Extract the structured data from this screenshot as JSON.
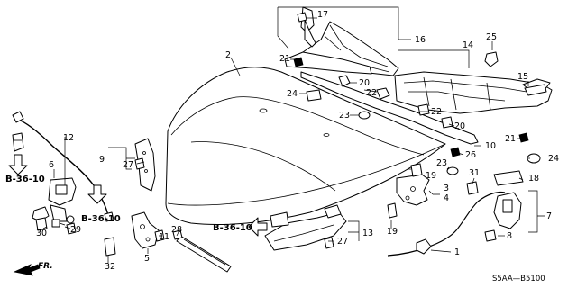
{
  "diagram": {
    "code": "S5AA—B5100",
    "front_label": "FR.",
    "ref_labels": [
      "B-36-10",
      "B-36-10",
      "B-36-10"
    ],
    "callouts": [
      {
        "id": "c1",
        "label": "1"
      },
      {
        "id": "c2",
        "label": "2"
      },
      {
        "id": "c3",
        "label": "3"
      },
      {
        "id": "c4",
        "label": "4"
      },
      {
        "id": "c5",
        "label": "5"
      },
      {
        "id": "c6",
        "label": "6"
      },
      {
        "id": "c7",
        "label": "7"
      },
      {
        "id": "c8",
        "label": "8"
      },
      {
        "id": "c9",
        "label": "9"
      },
      {
        "id": "c10",
        "label": "10"
      },
      {
        "id": "c11",
        "label": "11"
      },
      {
        "id": "c12",
        "label": "12"
      },
      {
        "id": "c13",
        "label": "13"
      },
      {
        "id": "c14",
        "label": "14"
      },
      {
        "id": "c15",
        "label": "15"
      },
      {
        "id": "c16",
        "label": "16"
      },
      {
        "id": "c17",
        "label": "17"
      },
      {
        "id": "c18",
        "label": "18"
      },
      {
        "id": "c19a",
        "label": "19"
      },
      {
        "id": "c19b",
        "label": "19"
      },
      {
        "id": "c20a",
        "label": "20"
      },
      {
        "id": "c20b",
        "label": "20"
      },
      {
        "id": "c21a",
        "label": "21"
      },
      {
        "id": "c21b",
        "label": "21"
      },
      {
        "id": "c22a",
        "label": "22"
      },
      {
        "id": "c22b",
        "label": "22"
      },
      {
        "id": "c23a",
        "label": "23"
      },
      {
        "id": "c23b",
        "label": "23"
      },
      {
        "id": "c24a",
        "label": "24"
      },
      {
        "id": "c24b",
        "label": "24"
      },
      {
        "id": "c25",
        "label": "25"
      },
      {
        "id": "c26",
        "label": "26"
      },
      {
        "id": "c27a",
        "label": "27"
      },
      {
        "id": "c27b",
        "label": "27"
      },
      {
        "id": "c28",
        "label": "28"
      },
      {
        "id": "c29",
        "label": "29"
      },
      {
        "id": "c30",
        "label": "30"
      },
      {
        "id": "c31",
        "label": "31"
      },
      {
        "id": "c32",
        "label": "32"
      }
    ]
  }
}
